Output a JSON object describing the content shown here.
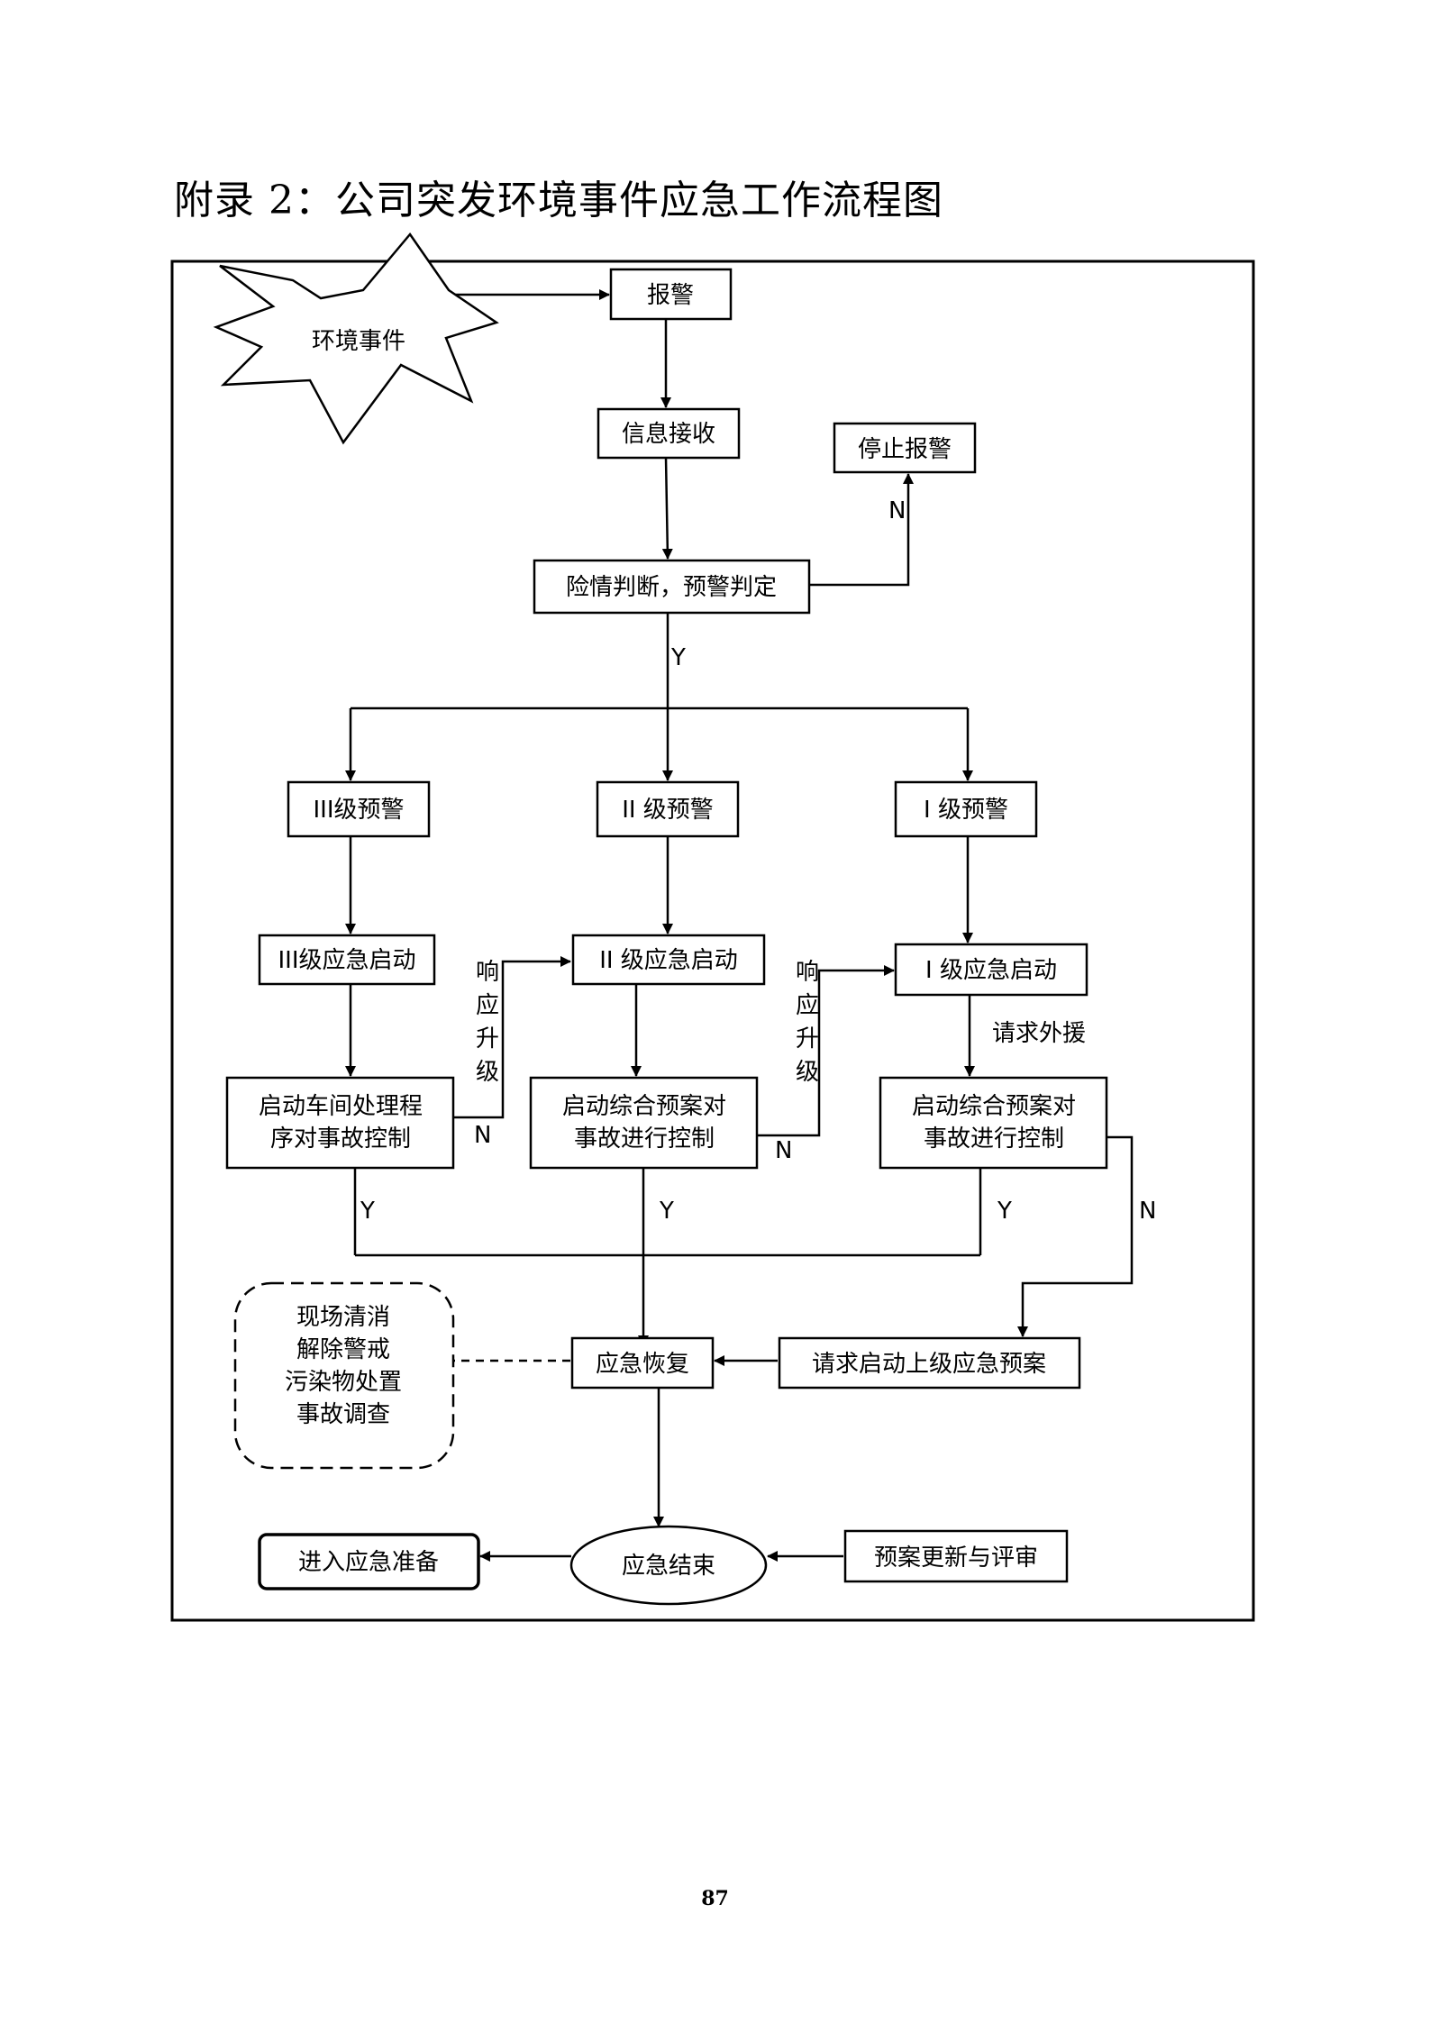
{
  "page_title": "附录 2：公司突发环境事件应急工作流程图",
  "page_number": "87",
  "nodes": {
    "event": "环境事件",
    "alarm": "报警",
    "info_receive": "信息接收",
    "stop_alarm": "停止报警",
    "judge": "险情判断，预警判定",
    "warn3": "III级预警",
    "warn2": "II 级预警",
    "warn1": "I 级预警",
    "resp3": "III级应急启动",
    "resp2": "II 级应急启动",
    "resp1": "I 级应急启动",
    "act3_l1": "启动车间处理程",
    "act3_l2": "序对事故控制",
    "act2_l1": "启动综合预案对",
    "act2_l2": "事故进行控制",
    "act1_l1": "启动综合预案对",
    "act1_l2": "事故进行控制",
    "recovery": "应急恢复",
    "request_upper": "请求启动上级应急预案",
    "recovery_tasks": [
      "现场清消",
      "解除警戒",
      "污染物处置",
      "事故调查"
    ],
    "end": "应急结束",
    "prepare": "进入应急准备",
    "plan_update": "预案更新与评审"
  },
  "labels": {
    "n_stop": "N",
    "y_judge": "Y",
    "upgrade": [
      "响",
      "应",
      "升",
      "级"
    ],
    "n3": "N",
    "n2": "N",
    "n1": "N",
    "y3": "Y",
    "y2": "Y",
    "y1": "Y",
    "external_aid": "请求外援"
  }
}
